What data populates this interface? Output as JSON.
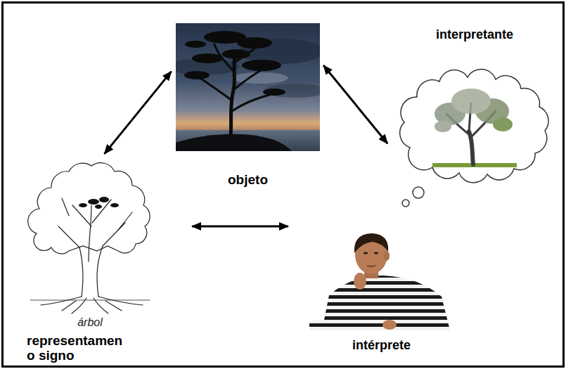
{
  "diagram": {
    "nodes": [
      {
        "text": [
          "objeto"
        ]
      },
      {
        "text": [
          "interpretante"
        ]
      },
      {
        "text": [
          "árbol",
          "representamen o signo"
        ]
      },
      {
        "text": [
          "intérprete"
        ]
      }
    ],
    "edges": [
      {
        "from": 2,
        "to": 0,
        "arrow": "both"
      },
      {
        "from": 0,
        "to": 1,
        "arrow": "both"
      },
      {
        "from": 2,
        "to": 3,
        "arrow": "both"
      }
    ]
  }
}
